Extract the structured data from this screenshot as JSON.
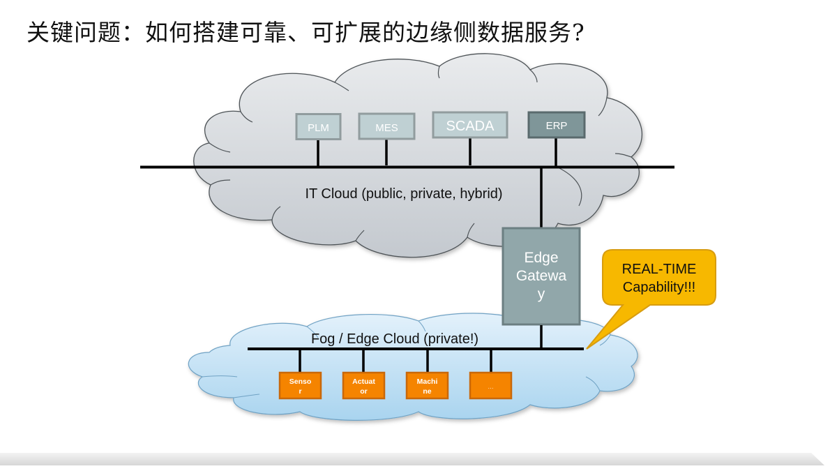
{
  "slide": {
    "title": "关键问题：如何搭建可靠、可扩展的边缘侧数据服务?"
  },
  "it_cloud": {
    "label": "IT Cloud (public, private, hybrid)",
    "systems": [
      {
        "label": "PLM",
        "style": "light"
      },
      {
        "label": "MES",
        "style": "light"
      },
      {
        "label": "SCADA",
        "style": "light"
      },
      {
        "label": "ERP",
        "style": "dark"
      }
    ]
  },
  "gateway": {
    "label_lines": [
      "Edge",
      "Gatewa",
      "y"
    ]
  },
  "fog_cloud": {
    "label": "Fog / Edge Cloud (private!)",
    "devices": [
      {
        "label_lines": [
          "Senso",
          "r"
        ]
      },
      {
        "label_lines": [
          "Actuat",
          "or"
        ]
      },
      {
        "label_lines": [
          "Machi",
          "ne"
        ]
      },
      {
        "label_lines": [
          "..."
        ]
      }
    ]
  },
  "callout": {
    "label_lines": [
      "REAL-TIME",
      "Capability!!!"
    ]
  },
  "colors": {
    "it_cloud_fill_top": "#e9ebed",
    "it_cloud_fill_bottom": "#c4c9cf",
    "fog_cloud_fill_top": "#e3f1fb",
    "fog_cloud_fill_bottom": "#a9d4ef",
    "system_light_fill": "#bfd0d3",
    "system_light_border": "#919c9e",
    "system_dark_fill": "#7f9699",
    "system_dark_border": "#5a6a6d",
    "gateway_fill": "#91a7aa",
    "gateway_border": "#6c7f82",
    "device_fill": "#f58400",
    "device_border": "#c9680a",
    "callout_fill": "#f7b800",
    "callout_border": "#d79c10",
    "bus_line": "#000000"
  }
}
